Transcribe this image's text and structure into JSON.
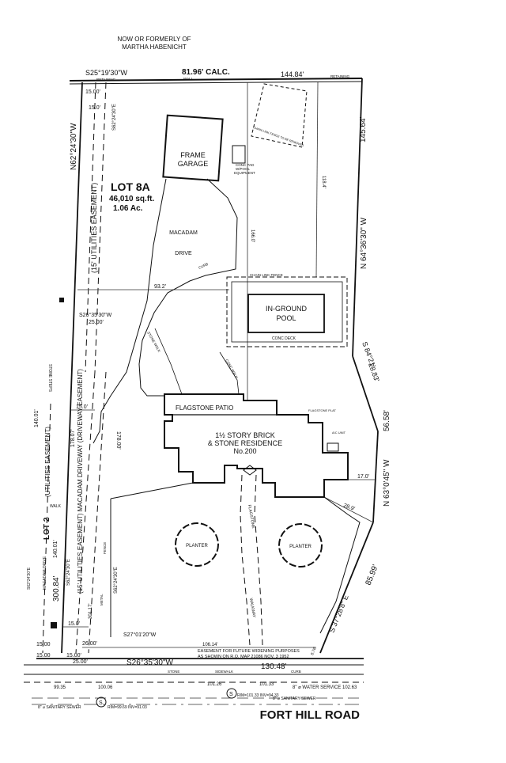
{
  "owner_line1": "NOW OR FORMERLY OF",
  "owner_line2": "MARTHA HABENICHT",
  "top_bearing": "S25°19'30\"W",
  "top_dist": "81.96' CALC.",
  "top_dist2": "144.84'",
  "retaining1": "RETAINING",
  "retaining2": "RETAINING",
  "wall": "WALL",
  "dim_15a": "15.00'",
  "dim_15b": "15.0'",
  "bearing_left_strip": "S62°24'30\"E",
  "left_bearing": "N62°24'30\"W",
  "right_dist_top": "145.64'",
  "right_bearing_top": "N 64°36'30\" W",
  "chain_fence_small": "CHAIN LINK FENCE TO BE REMOVED",
  "frame_garage1": "FRAME",
  "frame_garage2": "GARAGE",
  "conc_pad1": "CONC PAD",
  "conc_pad2": "W/POOL",
  "conc_pad3": "EQUIPMENT",
  "lot_label": "LOT 8A",
  "lot_area": "46,010 sq.ft.",
  "lot_acres": "1.06 Ac.",
  "utilities_easement_15": "(15' UTILITIES EASEMENT)",
  "macadam1": "MACADAM",
  "macadam2": "DRIVE",
  "dim_1184": "118.4'",
  "dim_1660": "166.0'",
  "dim_932": "93.2'",
  "curb": "CURB",
  "chain_link_fence": "CHAIN LINK FENCE",
  "pool1": "IN-GROUND",
  "pool2": "POOL",
  "conc_deck": "CONC DECK",
  "bearing_mid": "S26°35'30\"W",
  "dim_25": "25.00'",
  "stone_walk": "STONE WALK",
  "conc_walk": "CONC WALK",
  "stone_steps": "STONE STEPS",
  "right_bearing_2": "S 84°21'",
  "right_dist_2": "28.83'",
  "right_dist_3": "56.58'",
  "right_bearing_3": "N 63°0'45\" W",
  "flag_patio": "FLAGSTONE PATIO",
  "flag_plat": "FLAGSTONE PLAT",
  "ac_unit": "A/C UNIT",
  "res1": "1½ STORY BRICK",
  "res2": "& STONE RESIDENCE",
  "res3": "No.200",
  "dim_170": "17.0'",
  "dim_289": "28.9'",
  "dim_15c": "15.0'",
  "dim_14001": "140.01'",
  "dim_17807": "178.07'",
  "dim_17800": "178.00'",
  "utilities_easement": "(UTILITIES EASEMENT)",
  "walk": "WALK",
  "lot2": "LOT 2",
  "dim_14001b": "140.01'",
  "macadam_driveway": "(15' UTILITIES EASEMENT) MACADAM DRIVEWAY (DRIVEWAY EASEMENT)",
  "fence": "FENCE",
  "flagstone_walk": "FLAGSTONE",
  "walkway": "WALKWAY",
  "planter_a": "PLANTER",
  "planter_b": "PLANTER",
  "right_dist_4": "85.99'",
  "right_bearing_4": "S 37°28'8\" E",
  "bearing_lot2": "S62°24'30\"E",
  "macadam_drive_small": "MACADAM DRIVE",
  "dim_30084": "300.84'",
  "bearing_strip2": "S62°24'30\"E",
  "dim_30117": "301.17'",
  "metal": "METAL",
  "bearing_strip3": "S62°24'30\"E",
  "dim_15d": "15.0'",
  "bearing_bottom": "S27°01'20\"W",
  "dim_10614": "106.14'",
  "dim_2600": "26.00'",
  "dim_1500a": "15.00",
  "dim_1500b": "15.00",
  "dim_1500c": "15.00'",
  "dim_2500": "25.00'",
  "dim_876": "8.76'",
  "easement1": "EASEMENT FOR FUTURE WIDENING PURPOSES",
  "easement2": "AS SHOWN ON R.O. MAP 21086 NOV. 3 1952",
  "bottom_bearing": "S26°35'30\"W",
  "bottom_dist": "130.48'",
  "stone": "STONE",
  "sidewalk": "SIDEWALK",
  "curb2": "CURB",
  "wv_left": "99.35",
  "wv_mid": "100.06",
  "wv_right": "101.26",
  "wv_r2": "101.33",
  "water_service": "8\" ⌀ WATER SERVICE 102.63",
  "rim": "RIM=101.33 INV=94.33",
  "sanitary_right": "8\" ⌀ SANITARY SEWER",
  "sanitary_left": "8\" ⌀ SANITARY SEWER",
  "rim_left": "RIM=99.69 INV=91.03",
  "road_name": "FORT HILL ROAD"
}
